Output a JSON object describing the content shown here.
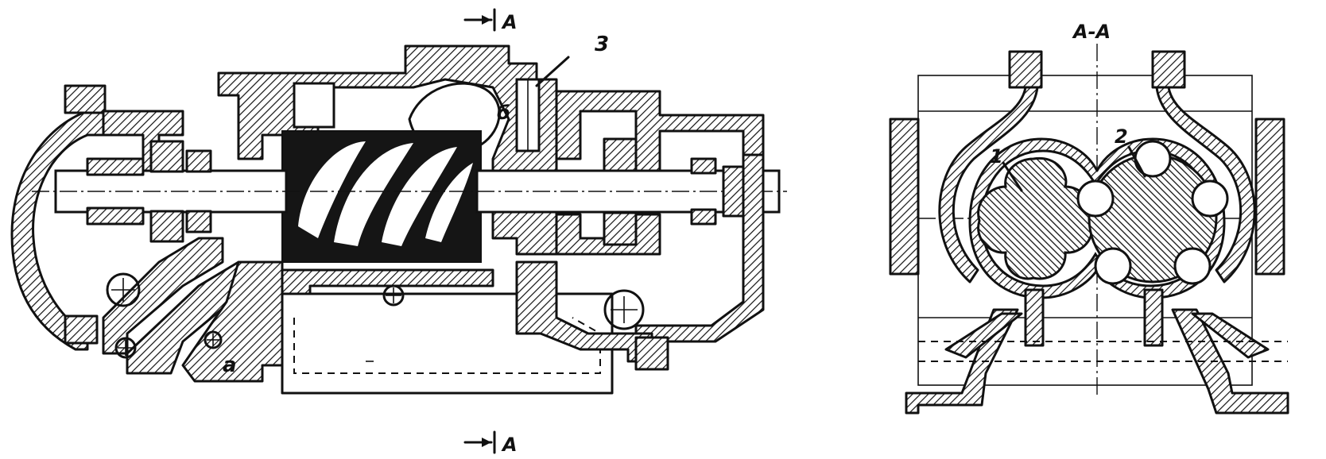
{
  "labels": {
    "section_top": "A",
    "section_bottom": "A",
    "section_view_title": "A-A",
    "part_3": "3",
    "part_1": "1",
    "part_2": "2",
    "cavity_b": "б",
    "cavity_a": "а"
  }
}
